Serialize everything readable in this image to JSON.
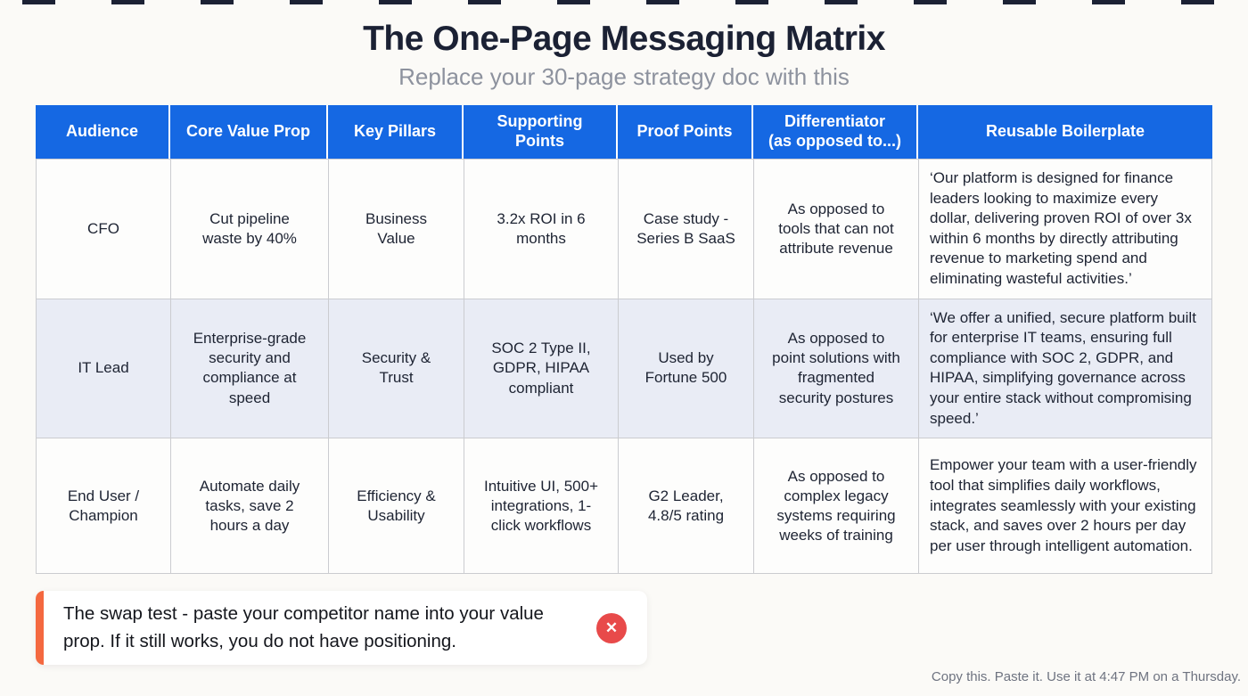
{
  "page": {
    "title": "The One-Page Messaging Matrix",
    "subtitle": "Replace your 30-page strategy doc with this",
    "footer_note": "Copy this. Paste it. Use it at 4:47 PM on a Thursday."
  },
  "colors": {
    "page_bg": "#fbfaf7",
    "header_bg": "#1568e3",
    "header_text": "#ffffff",
    "row_bg": "#fdfdfc",
    "row_alt_bg": "#e9ecf5",
    "grid_line": "#cbccd0",
    "title_text": "#1b2134",
    "body_text": "#1e2433",
    "muted_text": "#8d929e",
    "accent_orange": "#f4683f",
    "close_red": "#e84a4a",
    "footer_text": "#6e7380"
  },
  "table": {
    "columns": [
      "Audience",
      "Core Value Prop",
      "Key Pillars",
      "Supporting Points",
      "Proof Points",
      "Differentiator\n(as opposed to...)",
      "Reusable Boilerplate"
    ],
    "rows": [
      {
        "audience": "CFO",
        "core_value_prop": "Cut pipeline waste by 40%",
        "key_pillars": "Business Value",
        "supporting_points": "3.2x ROI in 6 months",
        "proof_points": "Case study - Series B SaaS",
        "differentiator": "As opposed to tools that can not attribute revenue",
        "boilerplate": "‘Our platform is designed for finance leaders looking to maximize every dollar, delivering proven ROI of over 3x within 6 months by directly attributing revenue to marketing spend and eliminating wasteful activities.’"
      },
      {
        "audience": "IT Lead",
        "core_value_prop": "Enterprise-grade security and compliance at speed",
        "key_pillars": "Security & Trust",
        "supporting_points": "SOC 2 Type II, GDPR, HIPAA compliant",
        "proof_points": "Used by Fortune 500",
        "differentiator": "As opposed to point solutions with fragmented security postures",
        "boilerplate": "‘We offer a unified, secure platform built for enterprise IT teams, ensuring full compliance with SOC 2, GDPR, and HIPAA, simplifying governance across your entire stack without compromising speed.’"
      },
      {
        "audience": "End User / Champion",
        "core_value_prop": "Automate daily tasks, save 2 hours a day",
        "key_pillars": "Efficiency & Usability",
        "supporting_points": "Intuitive UI, 500+ integrations, 1-click workflows",
        "proof_points": "G2 Leader, 4.8/5 rating",
        "differentiator": "As opposed to complex legacy systems requiring weeks of training",
        "boilerplate": "Empower your team with a user-friendly tool that simplifies daily workflows, integrates seamlessly with your existing stack, and saves over 2 hours per day per user through intelligent automation."
      }
    ]
  },
  "callout": {
    "text": "The swap test - paste your competitor name into your value prop. If it still works, you do not have positioning.",
    "close_glyph": "✕"
  }
}
